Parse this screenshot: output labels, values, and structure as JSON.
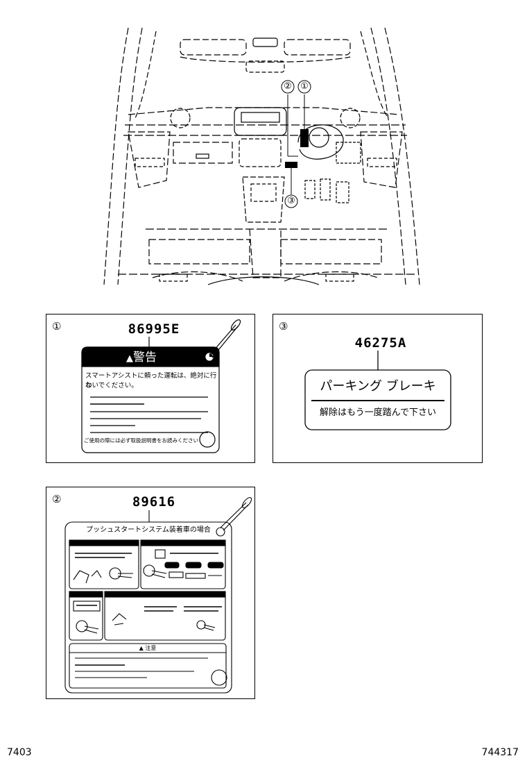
{
  "overview": {
    "callouts": [
      {
        "num": "①"
      },
      {
        "num": "②"
      },
      {
        "num": "③"
      }
    ]
  },
  "label1": {
    "callout": "①",
    "part_number": "86995E",
    "header": "警告",
    "line1": "スマートアシストに頼った運転は、絶対に行わ",
    "line2": "ないでください。",
    "footer_text": "ご使用の際には必ず取扱説明書をお読みください"
  },
  "label2": {
    "callout": "②",
    "part_number": "89616",
    "title": "プッシュスタートシステム装着車の場合",
    "caution_header": "注意"
  },
  "label3": {
    "callout": "③",
    "part_number": "46275A",
    "line1": "パーキング ブレーキ",
    "line2": "解除はもう一度踏んで下さい"
  },
  "footer": {
    "left_code": "7403",
    "right_code": "744317"
  }
}
